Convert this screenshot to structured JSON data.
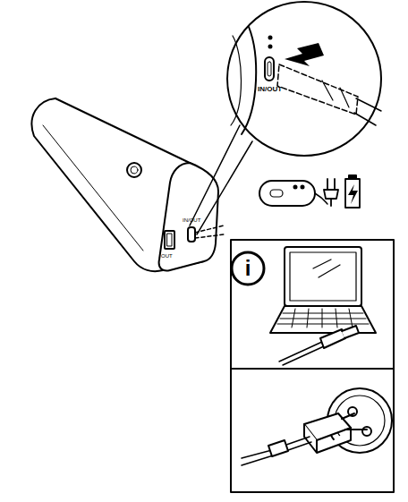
{
  "diagram": {
    "labels": [
      "IN/OUT",
      "OUT",
      "IN/OUT",
      "i"
    ]
  }
}
